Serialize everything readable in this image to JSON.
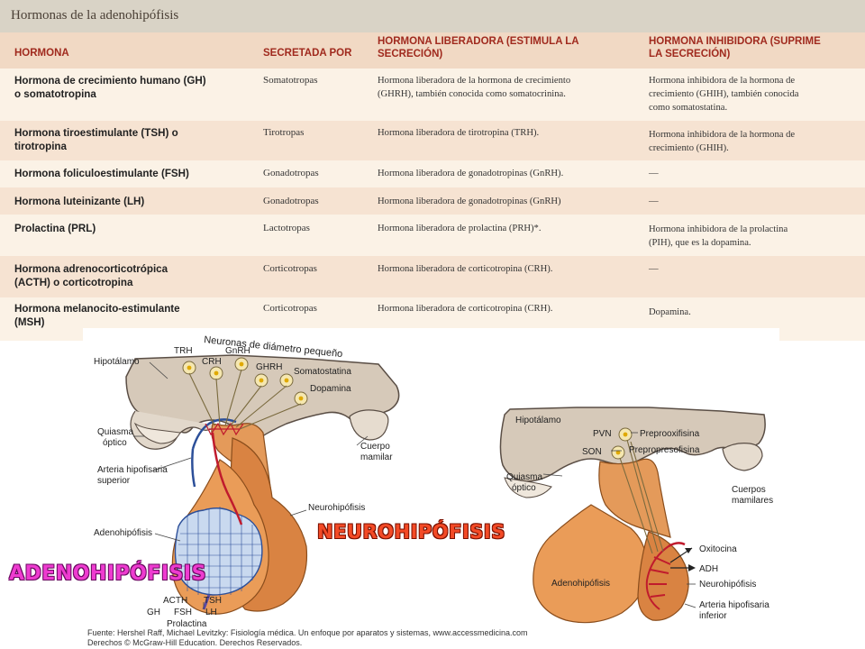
{
  "table": {
    "title": "Hormonas de la adenohipófisis",
    "headers": {
      "hormona": "HORMONA",
      "secretada": "SECRETADA POR",
      "liberadora": [
        "HORMONA LIBERADORA (ESTIMULA LA",
        "SECRECIÓN)"
      ],
      "inhibidora": [
        "HORMONA INHIBIDORA (SUPRIME",
        "LA SECRECIÓN)"
      ]
    },
    "rows": [
      {
        "hormona": [
          "Hormona de crecimiento humano (GH)",
          "o somatotropina"
        ],
        "secretada": "Somatotropas",
        "liberadora": [
          "Hormona liberadora de la hormona de crecimiento",
          "(GHRH), también conocida como somatocrinina."
        ],
        "inhibidora": [
          "Hormona inhibidora de la hormona de",
          "crecimiento (GHIH), también conocida",
          "como somatostatina."
        ]
      },
      {
        "hormona": [
          "Hormona tiroestimulante (TSH) o",
          "tirotropina"
        ],
        "secretada": "Tirotropas",
        "liberadora": [
          "Hormona liberadora de tirotropina (TRH)."
        ],
        "inhibidora": [
          "Hormona inhibidora de la hormona de",
          "crecimiento (GHIH)."
        ]
      },
      {
        "hormona": [
          "Hormona foliculoestimulante (FSH)"
        ],
        "secretada": "Gonadotropas",
        "liberadora": [
          "Hormona liberadora de gonadotropinas (GnRH)."
        ],
        "inhibidora": [
          "—"
        ]
      },
      {
        "hormona": [
          "Hormona luteinizante (LH)"
        ],
        "secretada": "Gonadotropas",
        "liberadora": [
          "Hormona liberadora de gonadotropinas (GnRH)"
        ],
        "inhibidora": [
          "—"
        ]
      },
      {
        "hormona": [
          "Prolactina (PRL)"
        ],
        "secretada": "Lactotropas",
        "liberadora": [
          "Hormona liberadora de prolactina (PRH)*."
        ],
        "inhibidora": [
          "Hormona inhibidora de la prolactina",
          "(PIH), que es la dopamina."
        ]
      },
      {
        "hormona": [
          "Hormona adrenocorticotrópica",
          "(ACTH) o corticotropina"
        ],
        "secretada": "Corticotropas",
        "liberadora": [
          "Hormona liberadora de corticotropina (CRH)."
        ],
        "inhibidora": [
          "—"
        ]
      },
      {
        "hormona": [
          "Hormona melanocito-estimulante",
          "(MSH)"
        ],
        "secretada": "Corticotropas",
        "liberadora": [
          "Hormona liberadora de corticotropina (CRH)."
        ],
        "inhibidora": [
          "Dopamina."
        ]
      }
    ]
  },
  "left_diagram": {
    "small_neurons_label": "Neuronas de diámetro pequeño",
    "hipotalamo": "Hipotálamo",
    "neuron_labels": [
      "TRH",
      "CRH",
      "GnRH",
      "GHRH",
      "Somatostatina",
      "Dopamina"
    ],
    "quiasma": [
      "Quiasma",
      "óptico"
    ],
    "arteria": [
      "Arteria hipofisaria",
      "superior"
    ],
    "cuerpo_mamilar": [
      "Cuerpo",
      "mamilar"
    ],
    "neurohipofisis": "Neurohipófisis",
    "adenohipofisis": "Adenohipófisis",
    "hormones_row1": [
      "ACTH",
      "TSH"
    ],
    "hormones_row2": [
      "GH",
      "FSH",
      "LH"
    ],
    "prolactina": "Prolactina"
  },
  "right_diagram": {
    "hipotalamo": "Hipotálamo",
    "pvn": "PVN",
    "son": "SON",
    "preprooxifisina": "Preprooxifisina",
    "prepropresofisina": "Prepropresofisina",
    "quiasma": [
      "Quiasma",
      "óptico"
    ],
    "cuerpos_mamilares": [
      "Cuerpos",
      "mamilares"
    ],
    "oxitocina": "Oxitocina",
    "adh": "ADH",
    "neurohipofisis": "Neurohipófisis",
    "adenohipofisis": "Adenohipófisis",
    "arteria": [
      "Arteria hipofisaria",
      "inferior"
    ]
  },
  "big_labels": {
    "neuro": "NEUROHIPÓFISIS",
    "adeno": "ADENOHIPÓFISIS"
  },
  "credits": {
    "line1": "Fuente: Hershel Raff, Michael Levitzky: Fisiología médica. Un enfoque por aparatos y sistemas, www.accessmedicina.com",
    "line2": "Derechos © McGraw-Hill Education. Derechos Reservados."
  }
}
